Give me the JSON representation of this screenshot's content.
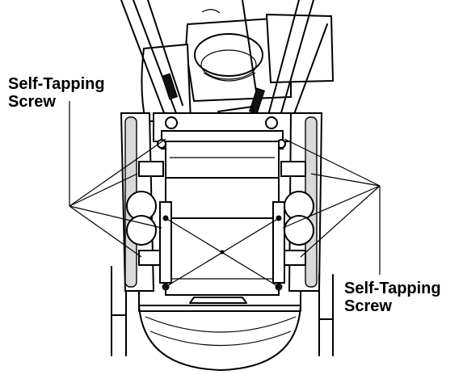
{
  "figure": {
    "callouts": [
      {
        "id": "left",
        "line1": "Self-Tapping",
        "line2": "Screw"
      },
      {
        "id": "right",
        "line1": "Self-Tapping",
        "line2": "Screw"
      }
    ],
    "colors": {
      "ink": "#000000",
      "paper": "#ffffff"
    }
  }
}
